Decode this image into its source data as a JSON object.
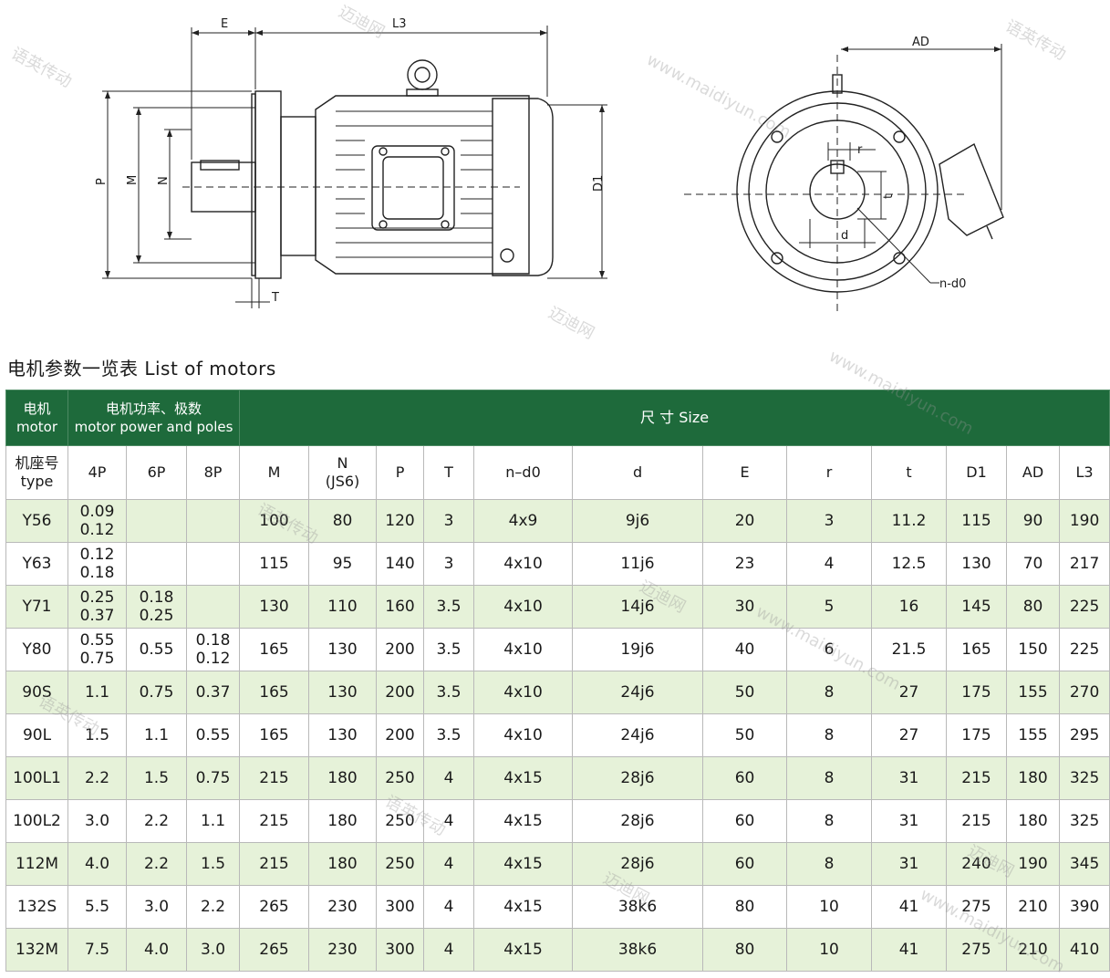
{
  "title": "电机参数一览表 List of motors",
  "side_view_labels": {
    "E": "E",
    "L3": "L3",
    "P": "P",
    "M": "M",
    "N": "N",
    "D1": "D1",
    "T": "T"
  },
  "front_view_labels": {
    "AD": "AD",
    "r": "r",
    "t": "t",
    "d": "d",
    "n_d0": "n-d0"
  },
  "header": {
    "motor_cn": "电机",
    "motor_en": "motor",
    "power_cn": "电机功率、极数",
    "power_en": "motor power and poles",
    "size": "尺 寸  Size"
  },
  "columns": {
    "type_cn": "机座号",
    "type_en": "type",
    "p4": "4P",
    "p6": "6P",
    "p8": "8P",
    "M": "M",
    "N": "N",
    "N_sub": "(JS6)",
    "P": "P",
    "T": "T",
    "nd0": "n–d0",
    "d": "d",
    "E": "E",
    "r": "r",
    "t": "t",
    "D1": "D1",
    "AD": "AD",
    "L3": "L3"
  },
  "rows": [
    {
      "type": "Y56",
      "p4": [
        "0.09",
        "0.12"
      ],
      "p6": [],
      "p8": [],
      "M": "100",
      "N": "80",
      "P": "120",
      "T": "3",
      "nd0": "4x9",
      "d": "9j6",
      "E": "20",
      "r": "3",
      "t": "11.2",
      "D1": "115",
      "AD": "90",
      "L3": "190"
    },
    {
      "type": "Y63",
      "p4": [
        "0.12",
        "0.18"
      ],
      "p6": [],
      "p8": [],
      "M": "115",
      "N": "95",
      "P": "140",
      "T": "3",
      "nd0": "4x10",
      "d": "11j6",
      "E": "23",
      "r": "4",
      "t": "12.5",
      "D1": "130",
      "AD": "70",
      "L3": "217"
    },
    {
      "type": "Y71",
      "p4": [
        "0.25",
        "0.37"
      ],
      "p6": [
        "0.18",
        "0.25"
      ],
      "p8": [],
      "M": "130",
      "N": "110",
      "P": "160",
      "T": "3.5",
      "nd0": "4x10",
      "d": "14j6",
      "E": "30",
      "r": "5",
      "t": "16",
      "D1": "145",
      "AD": "80",
      "L3": "225"
    },
    {
      "type": "Y80",
      "p4": [
        "0.55",
        "0.75"
      ],
      "p6": [
        "0.55"
      ],
      "p8": [
        "0.18",
        "0.12"
      ],
      "M": "165",
      "N": "130",
      "P": "200",
      "T": "3.5",
      "nd0": "4x10",
      "d": "19j6",
      "E": "40",
      "r": "6",
      "t": "21.5",
      "D1": "165",
      "AD": "150",
      "L3": "225"
    },
    {
      "type": "90S",
      "p4": [
        "1.1"
      ],
      "p6": [
        "0.75"
      ],
      "p8": [
        "0.37"
      ],
      "M": "165",
      "N": "130",
      "P": "200",
      "T": "3.5",
      "nd0": "4x10",
      "d": "24j6",
      "E": "50",
      "r": "8",
      "t": "27",
      "D1": "175",
      "AD": "155",
      "L3": "270"
    },
    {
      "type": "90L",
      "p4": [
        "1.5"
      ],
      "p6": [
        "1.1"
      ],
      "p8": [
        "0.55"
      ],
      "M": "165",
      "N": "130",
      "P": "200",
      "T": "3.5",
      "nd0": "4x10",
      "d": "24j6",
      "E": "50",
      "r": "8",
      "t": "27",
      "D1": "175",
      "AD": "155",
      "L3": "295"
    },
    {
      "type": "100L1",
      "p4": [
        "2.2"
      ],
      "p6": [
        "1.5"
      ],
      "p8": [
        "0.75"
      ],
      "M": "215",
      "N": "180",
      "P": "250",
      "T": "4",
      "nd0": "4x15",
      "d": "28j6",
      "E": "60",
      "r": "8",
      "t": "31",
      "D1": "215",
      "AD": "180",
      "L3": "325"
    },
    {
      "type": "100L2",
      "p4": [
        "3.0"
      ],
      "p6": [
        "2.2"
      ],
      "p8": [
        "1.1"
      ],
      "M": "215",
      "N": "180",
      "P": "250",
      "T": "4",
      "nd0": "4x15",
      "d": "28j6",
      "E": "60",
      "r": "8",
      "t": "31",
      "D1": "215",
      "AD": "180",
      "L3": "325"
    },
    {
      "type": "112M",
      "p4": [
        "4.0"
      ],
      "p6": [
        "2.2"
      ],
      "p8": [
        "1.5"
      ],
      "M": "215",
      "N": "180",
      "P": "250",
      "T": "4",
      "nd0": "4x15",
      "d": "28j6",
      "E": "60",
      "r": "8",
      "t": "31",
      "D1": "240",
      "AD": "190",
      "L3": "345"
    },
    {
      "type": "132S",
      "p4": [
        "5.5"
      ],
      "p6": [
        "3.0"
      ],
      "p8": [
        "2.2"
      ],
      "M": "265",
      "N": "230",
      "P": "300",
      "T": "4",
      "nd0": "4x15",
      "d": "38k6",
      "E": "80",
      "r": "10",
      "t": "41",
      "D1": "275",
      "AD": "210",
      "L3": "390"
    },
    {
      "type": "132M",
      "p4": [
        "7.5"
      ],
      "p6": [
        "4.0"
      ],
      "p8": [
        "3.0"
      ],
      "M": "265",
      "N": "230",
      "P": "300",
      "T": "4",
      "nd0": "4x15",
      "d": "38k6",
      "E": "80",
      "r": "10",
      "t": "41",
      "D1": "275",
      "AD": "210",
      "L3": "410"
    }
  ],
  "watermarks": [
    "语英传动",
    "迈迪网",
    "www.maidiyun.com"
  ],
  "colors": {
    "header_green": "#1e6a3b",
    "row_tint": "#e6f2d9"
  }
}
